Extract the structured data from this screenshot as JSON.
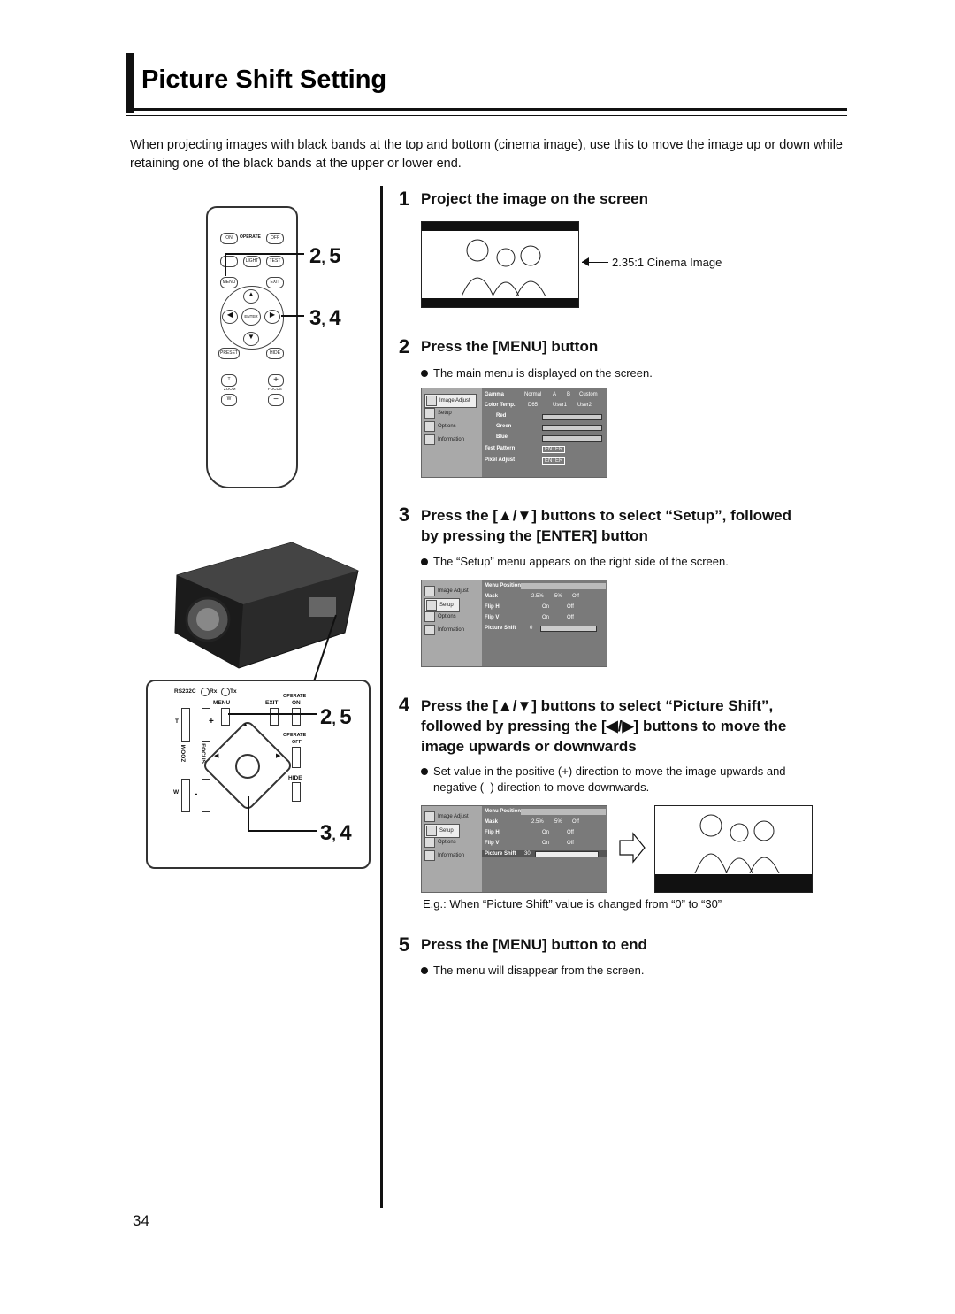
{
  "page": {
    "title": "Picture Shift Setting",
    "intro": "When projecting images with black bands at the top and bottom (cinema image), use this to move the image up or down while retaining one of the black bands at the upper or lower end.",
    "page_number": "34"
  },
  "remote": {
    "on": "ON",
    "operate": "OPERATE",
    "off": "OFF",
    "light": "LIGHT",
    "test": "TEST",
    "menu": "MENU",
    "exit": "EXIT",
    "enter": "ENTER",
    "preset": "PRESET",
    "hide": "HIDE",
    "t": "T",
    "w": "W",
    "zoom": "ZOOM",
    "focus": "FOCUS",
    "callout_a": "2",
    "callout_a2": "5",
    "callout_b": "3",
    "callout_b2": "4"
  },
  "panel": {
    "rs232c": "RS232C",
    "rx": "Rx",
    "tx": "Tx",
    "menu": "MENU",
    "exit": "EXIT",
    "operate_on_1": "OPERATE",
    "operate_on_2": "ON",
    "operate_off_1": "OPERATE",
    "operate_off_2": "OFF",
    "hide": "HIDE",
    "t": "T",
    "w": "W",
    "plus": "+",
    "minus": "-",
    "zoom": "ZOOM",
    "focus": "FOCUS",
    "callout_a": "2",
    "callout_a2": "5",
    "callout_b": "3",
    "callout_b2": "4"
  },
  "steps": [
    {
      "num": "1",
      "title": "Project the image on the screen",
      "caption": "2.35:1 Cinema Image"
    },
    {
      "num": "2",
      "title": "Press the [MENU] button",
      "bullet": "The main menu is displayed on the screen."
    },
    {
      "num": "3",
      "title_1": "Press the [▲/▼] buttons to select “Setup”, followed",
      "title_2": "by pressing the [ENTER] button",
      "bullet": "The “Setup” menu appears on the right side of the screen."
    },
    {
      "num": "4",
      "title_1": "Press the [▲/▼] buttons to select “Picture Shift”,",
      "title_2": "followed by pressing the [◀/▶] buttons to move the",
      "title_3": "image upwards or downwards",
      "bullet_1": "Set value in the positive (+) direction to move the image upwards and",
      "bullet_2": "negative (–) direction to move downwards.",
      "example": "E.g.: When “Picture Shift” value is changed from “0” to “30”"
    },
    {
      "num": "5",
      "title": "Press the [MENU] button to end",
      "bullet": "The menu will disappear from the screen."
    }
  ],
  "menu_sidebar": [
    "Image Adjust",
    "Setup",
    "Options",
    "Information"
  ],
  "menu_main": {
    "rows": [
      "Gamma",
      "Color Temp.",
      "Red",
      "Green",
      "Blue",
      "Test Pattern",
      "Pixel Adjust"
    ],
    "gamma_opts": [
      "Normal",
      "A",
      "B",
      "Custom"
    ],
    "colortemp_opts": [
      "D65",
      "User1",
      "User2"
    ],
    "enter": "ENTER"
  },
  "menu_setup": {
    "rows": [
      "Menu Position",
      "Mask",
      "Flip H",
      "Flip V",
      "Picture Shift"
    ],
    "mask_opts": [
      "2.5%",
      "5%",
      "Off"
    ],
    "flip_opts": [
      "On",
      "Off"
    ],
    "shift_before": "0",
    "shift_after": "30"
  },
  "colors": {
    "menu_bg": "#7a7a7a",
    "menu_side": "#a9a9a9",
    "ink": "#111111"
  }
}
